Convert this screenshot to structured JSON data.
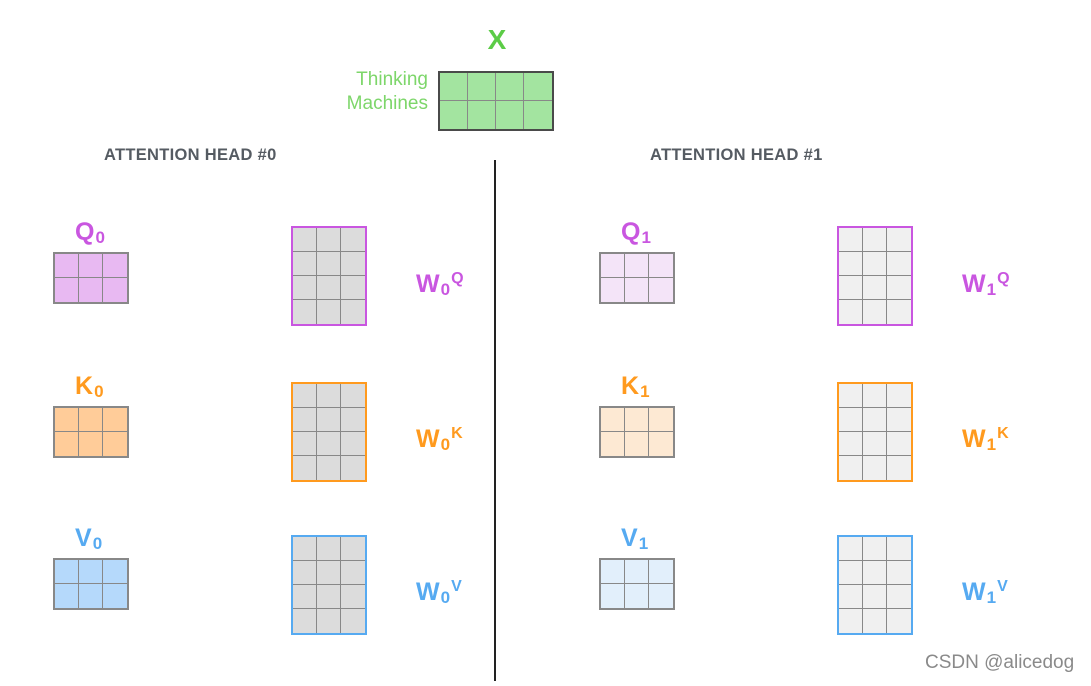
{
  "input": {
    "label": "X",
    "words": [
      "Thinking",
      "Machines"
    ]
  },
  "heads": [
    {
      "title": "ATTENTION HEAD #0",
      "q": {
        "base": "Q",
        "sub": "0"
      },
      "k": {
        "base": "K",
        "sub": "0"
      },
      "v": {
        "base": "V",
        "sub": "0"
      },
      "wq": {
        "base": "W",
        "sub": "0",
        "sup": "Q"
      },
      "wk": {
        "base": "W",
        "sub": "0",
        "sup": "K"
      },
      "wv": {
        "base": "W",
        "sub": "0",
        "sup": "V"
      }
    },
    {
      "title": "ATTENTION HEAD #1",
      "q": {
        "base": "Q",
        "sub": "1"
      },
      "k": {
        "base": "K",
        "sub": "1"
      },
      "v": {
        "base": "V",
        "sub": "1"
      },
      "wq": {
        "base": "W",
        "sub": "1",
        "sup": "Q"
      },
      "wk": {
        "base": "W",
        "sub": "1",
        "sup": "K"
      },
      "wv": {
        "base": "W",
        "sub": "1",
        "sup": "V"
      }
    }
  ],
  "watermark": "CSDN @alicedog",
  "colors": {
    "x": "#5ccc47",
    "x_fill": "#a3e4a0",
    "q": "#c956e0",
    "k": "#ff9a1e",
    "v": "#56aaf1",
    "q_fill_head0": "#e8b9f2",
    "k_fill_head0": "#ffcc99",
    "v_fill_head0": "#b5d9fb",
    "q_fill_head1": "#f4e4f8",
    "k_fill_head1": "#fde9d3",
    "v_fill_head1": "#e2effb",
    "w_fill_head0": "#dcdcdc",
    "w_fill_head1": "#f0f0f0",
    "grid_line": "#888888",
    "divider": "#222222"
  }
}
